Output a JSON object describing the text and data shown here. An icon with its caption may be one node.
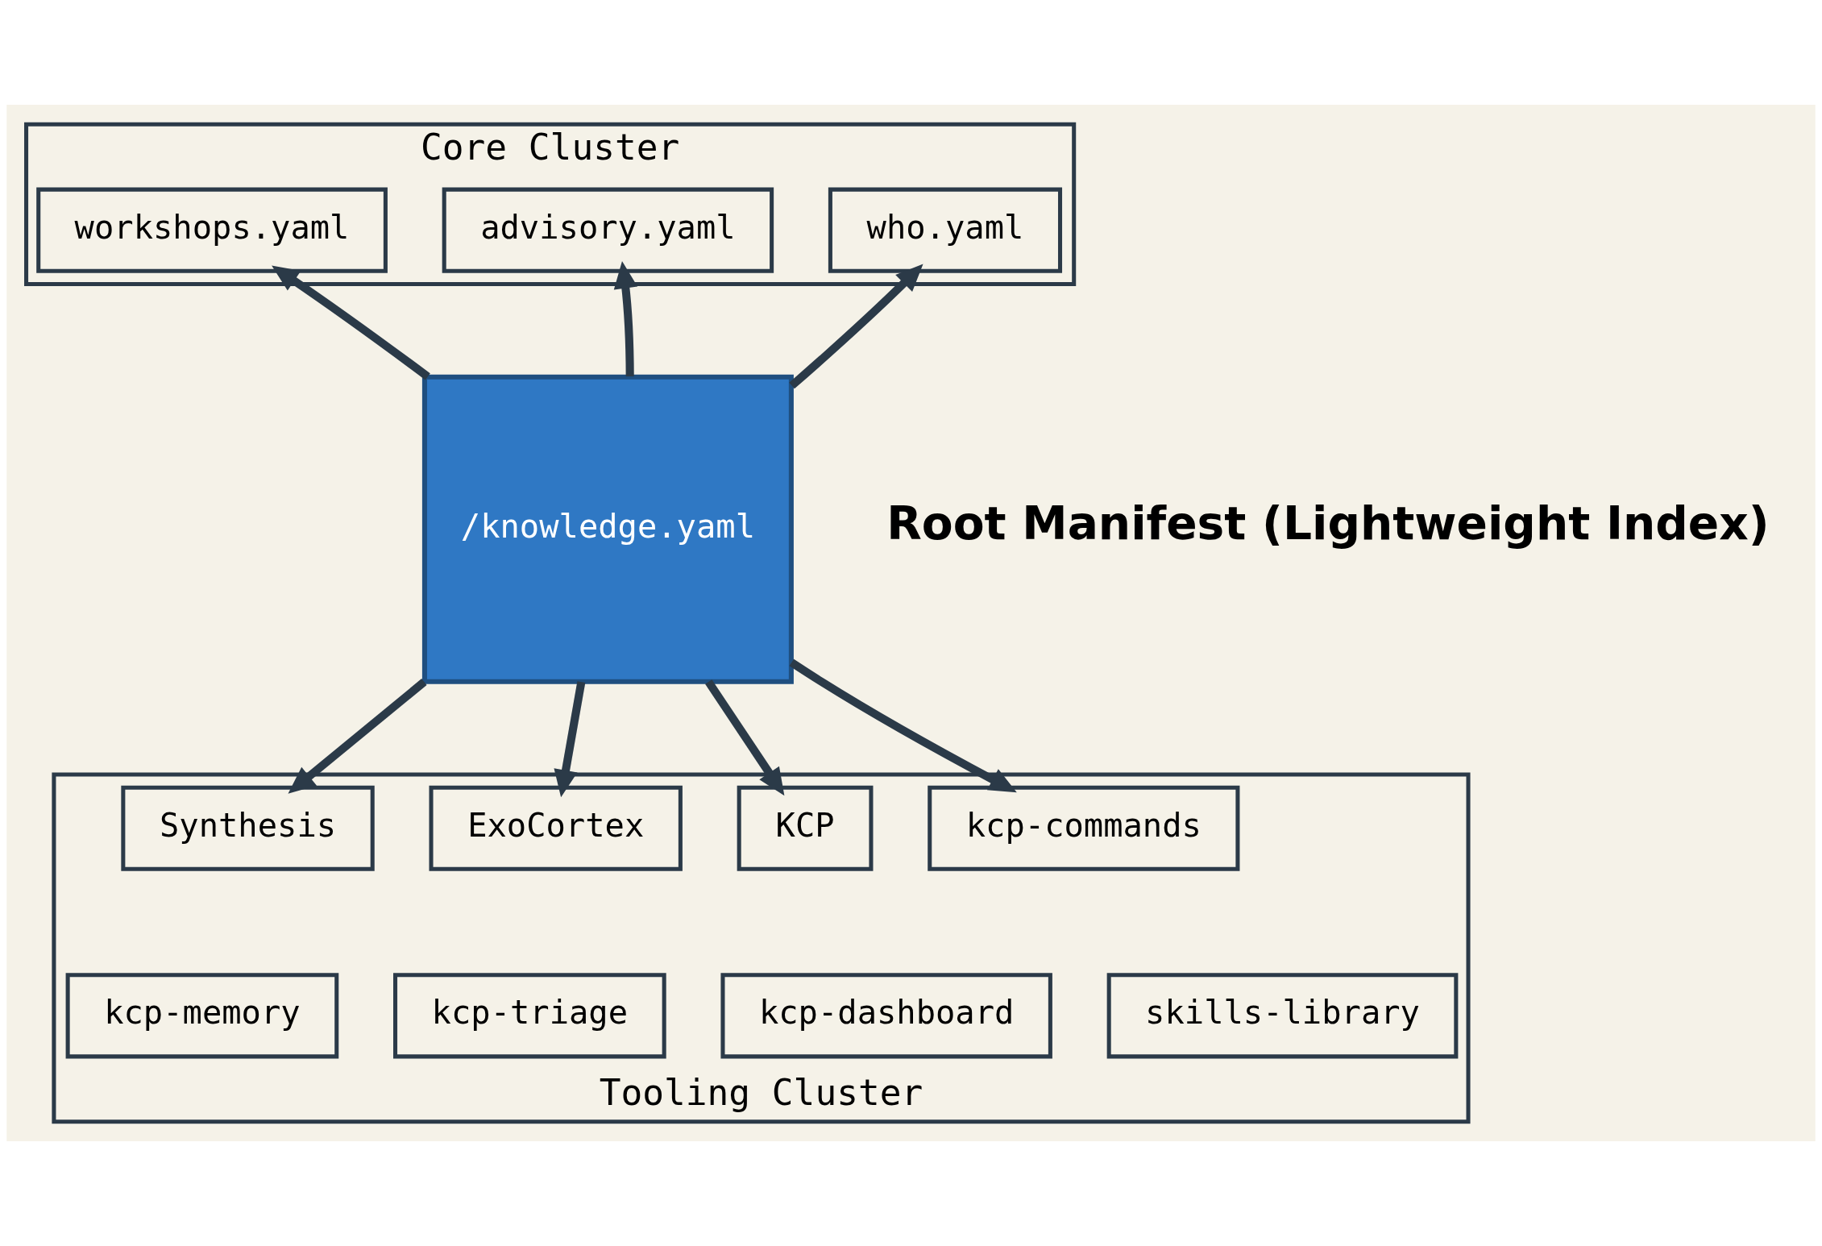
{
  "diagram": {
    "nodes": [
      {
        "text": [
          "Core Cluster"
        ]
      },
      {
        "text": [
          "workshops.yaml"
        ],
        "in": 0
      },
      {
        "text": [
          "advisory.yaml"
        ],
        "in": 0
      },
      {
        "text": [
          "who.yaml"
        ],
        "in": 0
      },
      {
        "text": [
          "/knowledge.yaml"
        ],
        "beside": [
          "Root Manifest (Lightweight Index)"
        ]
      },
      {
        "text": [
          "Tooling Cluster"
        ]
      },
      {
        "text": [
          "Synthesis"
        ],
        "in": 5
      },
      {
        "text": [
          "ExoCortex"
        ],
        "in": 5
      },
      {
        "text": [
          "KCP"
        ],
        "in": 5
      },
      {
        "text": [
          "kcp-commands"
        ],
        "in": 5
      },
      {
        "text": [
          "kcp-memory"
        ],
        "in": 5
      },
      {
        "text": [
          "kcp-triage"
        ],
        "in": 5
      },
      {
        "text": [
          "kcp-dashboard"
        ],
        "in": 5
      },
      {
        "text": [
          "skills-library"
        ],
        "in": 5
      }
    ],
    "edges": [
      {
        "from": 4,
        "to": 1,
        "arrow": "to"
      },
      {
        "from": 4,
        "to": 2,
        "arrow": "to"
      },
      {
        "from": 4,
        "to": 3,
        "arrow": "to"
      },
      {
        "from": 4,
        "to": 6,
        "arrow": "to"
      },
      {
        "from": 4,
        "to": 7,
        "arrow": "to"
      },
      {
        "from": 4,
        "to": 8,
        "arrow": "to"
      },
      {
        "from": 4,
        "to": 9,
        "arrow": "to"
      }
    ]
  }
}
